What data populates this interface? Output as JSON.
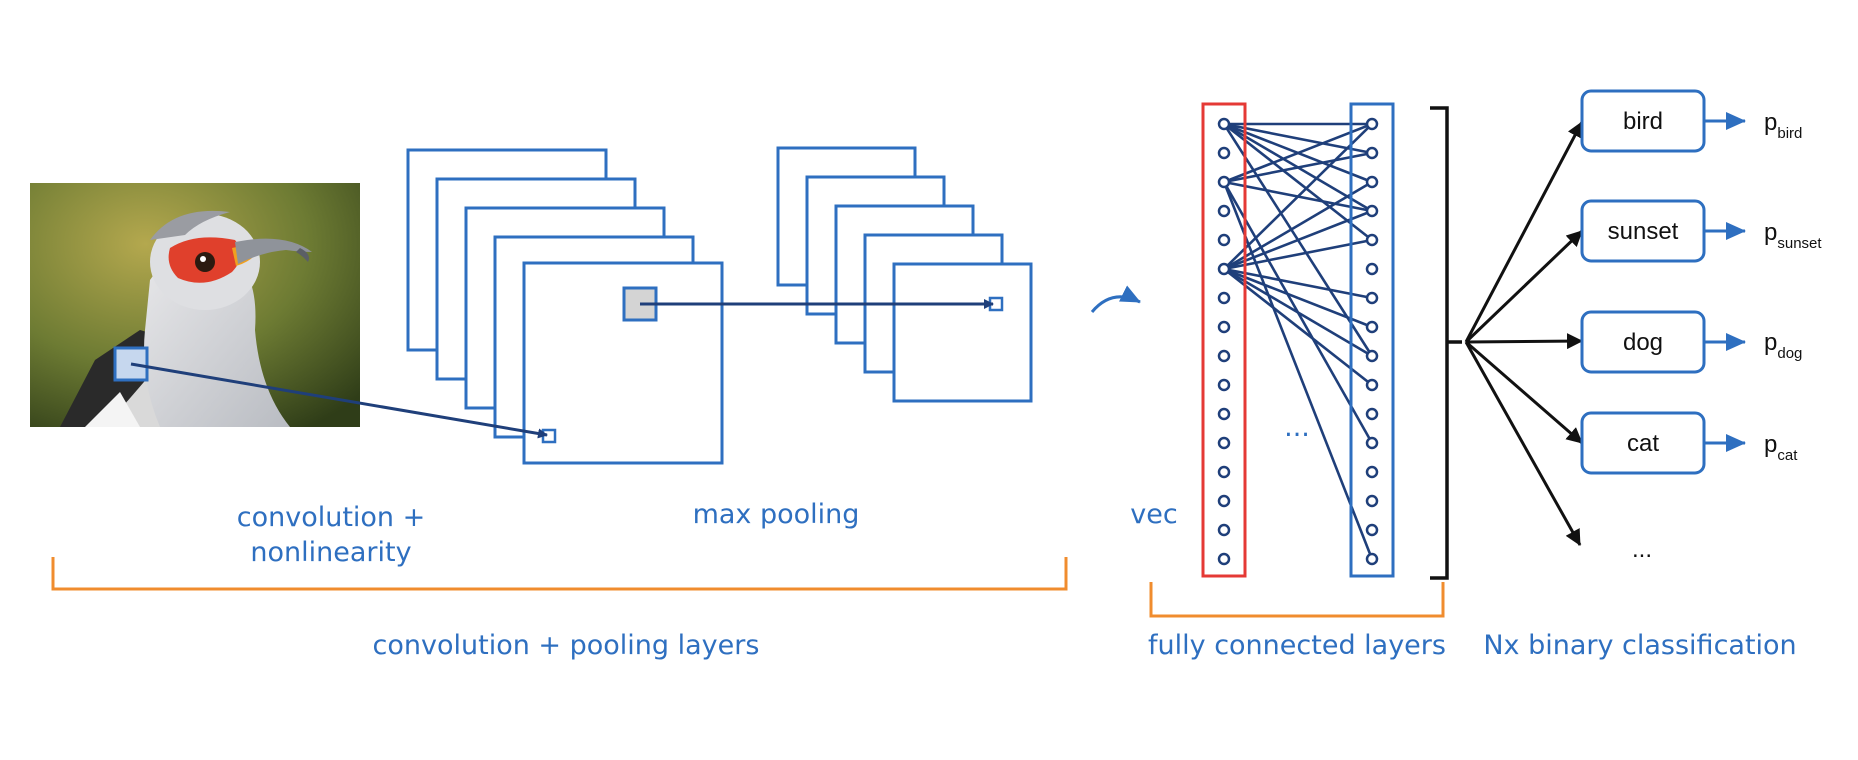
{
  "labels": {
    "conv_nonlin_line1": "convolution +",
    "conv_nonlin_line2": "nonlinearity",
    "max_pooling": "max pooling",
    "vec": "vec",
    "ellipsis_fc": "...",
    "conv_pool_layers": "convolution + pooling layers",
    "fully_connected_layers": "fully connected layers",
    "binary_classification": "Nx binary classification",
    "ellipsis_cls": "..."
  },
  "classes": [
    {
      "label": "bird",
      "prob_base": "p",
      "prob_sub": "bird"
    },
    {
      "label": "sunset",
      "prob_base": "p",
      "prob_sub": "sunset"
    },
    {
      "label": "dog",
      "prob_base": "p",
      "prob_sub": "dog"
    },
    {
      "label": "cat",
      "prob_base": "p",
      "prob_sub": "cat"
    }
  ],
  "colors": {
    "blue": "#2e6fc0",
    "dark_blue": "#1f3f7a",
    "orange": "#f08c2e",
    "red": "#e53935",
    "black": "#111111"
  },
  "icons": {
    "input_image": "bird-photo",
    "flatten_arrow": "curved-arrow-icon"
  }
}
